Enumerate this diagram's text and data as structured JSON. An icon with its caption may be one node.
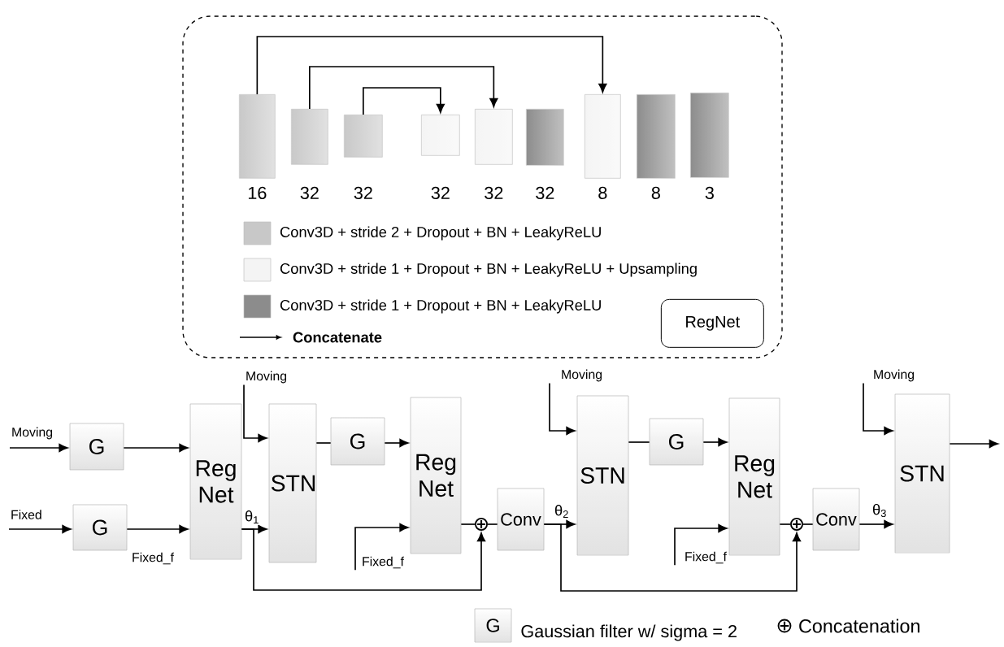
{
  "diagram": {
    "nodes": [
      {
        "text": [],
        "shape": "box"
      },
      {
        "text": [],
        "shape": "bar",
        "beside": [
          "16"
        ],
        "in": 0
      },
      {
        "text": [],
        "shape": "bar",
        "beside": [
          "32"
        ],
        "in": 0
      },
      {
        "text": [],
        "shape": "bar",
        "beside": [
          "32"
        ],
        "in": 0
      },
      {
        "text": [],
        "shape": "bar",
        "beside": [
          "32"
        ],
        "in": 0
      },
      {
        "text": [],
        "shape": "bar",
        "beside": [
          "32"
        ],
        "in": 0
      },
      {
        "text": [],
        "shape": "bar",
        "beside": [
          "32"
        ],
        "in": 0
      },
      {
        "text": [],
        "shape": "bar",
        "beside": [
          "8"
        ],
        "in": 0
      },
      {
        "text": [],
        "shape": "bar",
        "beside": [
          "8"
        ],
        "in": 0
      },
      {
        "text": [],
        "shape": "bar",
        "beside": [
          "3"
        ],
        "in": 0
      },
      {
        "text": [
          "RegNet"
        ],
        "in": 0
      },
      {
        "text": [
          "Moving"
        ]
      },
      {
        "text": [
          "Fixed"
        ]
      },
      {
        "text": [
          "G"
        ]
      },
      {
        "text": [
          "G"
        ]
      },
      {
        "text": [
          "Reg Net"
        ]
      },
      {
        "text": [
          "Moving"
        ]
      },
      {
        "text": [
          "STN"
        ]
      },
      {
        "text": [
          "G"
        ]
      },
      {
        "text": [
          "Reg Net"
        ]
      },
      {
        "text": [
          "Fixed_f"
        ]
      },
      {
        "text": [],
        "shape": "circle"
      },
      {
        "text": [
          "Conv"
        ]
      },
      {
        "text": [
          "Moving"
        ]
      },
      {
        "text": [
          "STN"
        ]
      },
      {
        "text": [
          "G"
        ]
      },
      {
        "text": [
          "Reg Net"
        ]
      },
      {
        "text": [
          "Fixed_f"
        ]
      },
      {
        "text": [],
        "shape": "circle"
      },
      {
        "text": [
          "Conv"
        ]
      },
      {
        "text": [
          "Moving"
        ]
      },
      {
        "text": [
          "STN"
        ]
      },
      {
        "text": [
          "G"
        ],
        "beside": [
          "Gaussian filter w/ sigma = 2"
        ]
      }
    ],
    "edges": [
      {
        "from": 1,
        "to": 7,
        "arrow": "to"
      },
      {
        "from": 2,
        "to": 5,
        "arrow": "to"
      },
      {
        "from": 3,
        "to": 4,
        "arrow": "to"
      },
      {
        "from": 11,
        "to": 13,
        "arrow": "to"
      },
      {
        "from": 12,
        "to": 14,
        "arrow": "to"
      },
      {
        "from": 13,
        "to": 15,
        "arrow": "to"
      },
      {
        "from": 14,
        "to": 15,
        "arrow": "to",
        "label": "Fixed_f"
      },
      {
        "from": 16,
        "to": 17,
        "arrow": "to"
      },
      {
        "from": 15,
        "to": 17,
        "arrow": "to",
        "label": "θ$_{1}$"
      },
      {
        "from": 15,
        "to": 21,
        "arrow": "to"
      },
      {
        "from": 17,
        "to": 18,
        "arrow": "none"
      },
      {
        "from": 18,
        "to": 19,
        "arrow": "to"
      },
      {
        "from": 20,
        "to": 19,
        "arrow": "to"
      },
      {
        "from": 19,
        "to": 21,
        "arrow": "none"
      },
      {
        "from": 21,
        "to": 22,
        "arrow": "none"
      },
      {
        "from": 22,
        "to": 24,
        "arrow": "to",
        "label": "θ$_{2}$"
      },
      {
        "from": 22,
        "to": 28,
        "arrow": "to"
      },
      {
        "from": 23,
        "to": 24,
        "arrow": "to"
      },
      {
        "from": 24,
        "to": 25,
        "arrow": "none"
      },
      {
        "from": 25,
        "to": 26,
        "arrow": "to"
      },
      {
        "from": 27,
        "to": 26,
        "arrow": "to"
      },
      {
        "from": 26,
        "to": 28,
        "arrow": "none"
      },
      {
        "from": 28,
        "to": 29,
        "arrow": "none"
      },
      {
        "from": 29,
        "to": 31,
        "arrow": "to",
        "label": "θ$_{3}$"
      },
      {
        "from": 30,
        "to": 31,
        "arrow": "to"
      },
      {
        "from": 31,
        "to": null,
        "arrow": "to"
      }
    ],
    "legend": [
      {
        "text": "Conv3D + stride 2 + Dropout + BN + LeakyReLU",
        "color": "#c8c8c8"
      },
      {
        "text": "Conv3D + stride 1 + Dropout + BN + LeakyReLU  + Upsampling",
        "color": "#f4f4f4"
      },
      {
        "text": "Conv3D + stride 1 + Dropout + BN + LeakyReLU",
        "color": "#8c8c8c"
      },
      {
        "text": "Concatenate"
      },
      {
        "text": "Concatenation"
      }
    ]
  }
}
